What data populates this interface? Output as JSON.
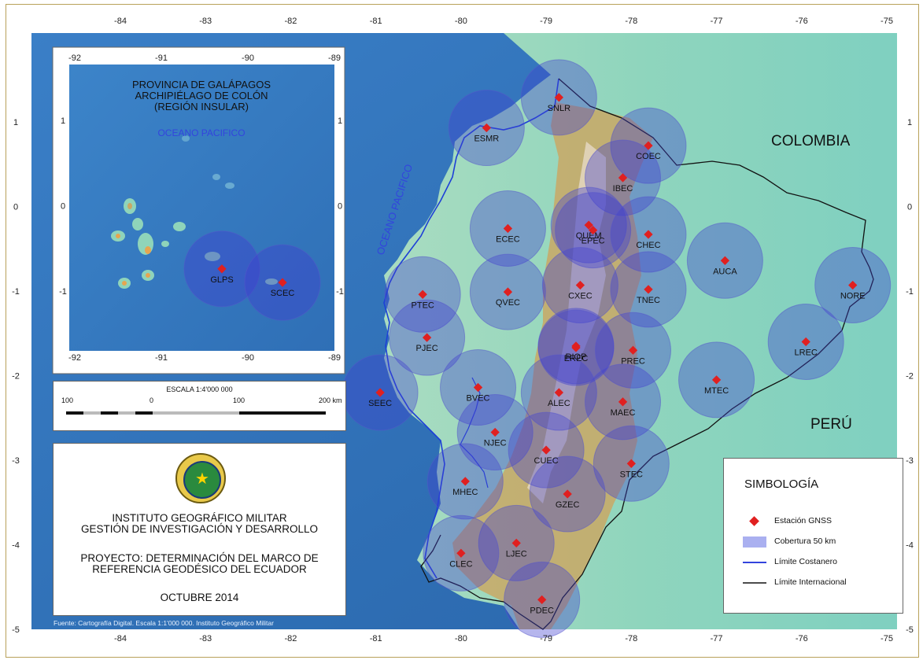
{
  "colors": {
    "ocean": "#2f77c0",
    "land_low": "#8fd4ba",
    "highlands": "#c9a865",
    "coverage": "#3f3fd0",
    "station": "#e02020",
    "frame": "#b8a15a"
  },
  "lon_ticks": [
    "-84",
    "-83",
    "-82",
    "-81",
    "-80",
    "-79",
    "-78",
    "-77",
    "-76",
    "-75"
  ],
  "lat_ticks": [
    "1",
    "0",
    "-1",
    "-2",
    "-3",
    "-4",
    "-5"
  ],
  "inset": {
    "title_lines": [
      "PROVINCIA DE GALÁPAGOS",
      "ARCHIPIÉLAGO DE COLÓN",
      "(REGIÓN INSULAR)"
    ],
    "ocean_label": "OCEANO PACIFICO",
    "lon_ticks": [
      "-92",
      "-91",
      "-90",
      "-89"
    ],
    "lat_ticks": [
      "1",
      "0",
      "-1"
    ],
    "stations": [
      {
        "code": "GLPS",
        "lon": -90.3,
        "lat": -0.74
      },
      {
        "code": "SCEC",
        "lon": -89.6,
        "lat": -0.9
      }
    ]
  },
  "labels": {
    "colombia": "COLOMBIA",
    "peru": "PERÚ",
    "ocean": "OCEANO PACIFICO"
  },
  "stations": [
    {
      "code": "SNLR",
      "lon": -78.85,
      "lat": 1.29
    },
    {
      "code": "ESMR",
      "lon": -79.7,
      "lat": 0.93
    },
    {
      "code": "COEC",
      "lon": -77.8,
      "lat": 0.72
    },
    {
      "code": "IBEC",
      "lon": -78.1,
      "lat": 0.34
    },
    {
      "code": "QUEM",
      "lon": -78.5,
      "lat": -0.22
    },
    {
      "code": "EPEC",
      "lon": -78.45,
      "lat": -0.28
    },
    {
      "code": "ECEC",
      "lon": -79.45,
      "lat": -0.26
    },
    {
      "code": "CHEC",
      "lon": -77.8,
      "lat": -0.33
    },
    {
      "code": "AUCA",
      "lon": -76.9,
      "lat": -0.64
    },
    {
      "code": "CXEC",
      "lon": -78.6,
      "lat": -0.93
    },
    {
      "code": "TNEC",
      "lon": -77.8,
      "lat": -0.98
    },
    {
      "code": "QVEC",
      "lon": -79.45,
      "lat": -1.01
    },
    {
      "code": "PTEC",
      "lon": -80.45,
      "lat": -1.04
    },
    {
      "code": "NORE",
      "lon": -75.4,
      "lat": -0.93
    },
    {
      "code": "PJEC",
      "lon": -80.4,
      "lat": -1.55
    },
    {
      "code": "RIOP",
      "lon": -78.65,
      "lat": -1.65
    },
    {
      "code": "EREC",
      "lon": -78.65,
      "lat": -1.67
    },
    {
      "code": "PREC",
      "lon": -77.98,
      "lat": -1.7
    },
    {
      "code": "LREC",
      "lon": -75.95,
      "lat": -1.6
    },
    {
      "code": "MTEC",
      "lon": -77.0,
      "lat": -2.05
    },
    {
      "code": "SEEC",
      "lon": -80.95,
      "lat": -2.2
    },
    {
      "code": "BVEC",
      "lon": -79.8,
      "lat": -2.14
    },
    {
      "code": "ALEC",
      "lon": -78.85,
      "lat": -2.2
    },
    {
      "code": "MAEC",
      "lon": -78.1,
      "lat": -2.31
    },
    {
      "code": "NJEC",
      "lon": -79.6,
      "lat": -2.67
    },
    {
      "code": "CUEC",
      "lon": -79.0,
      "lat": -2.88
    },
    {
      "code": "STEC",
      "lon": -78.0,
      "lat": -3.04
    },
    {
      "code": "MHEC",
      "lon": -79.95,
      "lat": -3.25
    },
    {
      "code": "GZEC",
      "lon": -78.75,
      "lat": -3.4
    },
    {
      "code": "LJEC",
      "lon": -79.35,
      "lat": -3.98
    },
    {
      "code": "CLEC",
      "lon": -80.0,
      "lat": -4.1
    },
    {
      "code": "PDEC",
      "lon": -79.05,
      "lat": -4.65
    }
  ],
  "scale": {
    "title": "ESCALA 1:4'000 000",
    "labels": [
      "100",
      "0",
      "100",
      "200 km"
    ]
  },
  "institution": {
    "name_line1": "INSTITUTO GEOGRÁFICO MILITAR",
    "name_line2": "GESTIÓN DE INVESTIGACIÓN Y DESARROLLO",
    "project_line1": "PROYECTO: DETERMINACIÓN DEL MARCO DE",
    "project_line2": "REFERENCIA GEODÉSICO DEL ECUADOR",
    "date": "OCTUBRE 2014"
  },
  "legend": {
    "title": "SIMBOLOGÍA",
    "items": [
      {
        "label": "Estación GNSS",
        "icon": "red-diamond"
      },
      {
        "label": "Cobertura 50 km",
        "icon": "blue-area"
      },
      {
        "label": "Límite Costanero",
        "icon": "blue-line"
      },
      {
        "label": "Límite Internacional",
        "icon": "black-line"
      }
    ]
  },
  "source": "Fuente: Cartografía Digital. Escala 1:1'000 000. Instituto Geográfico Militar"
}
